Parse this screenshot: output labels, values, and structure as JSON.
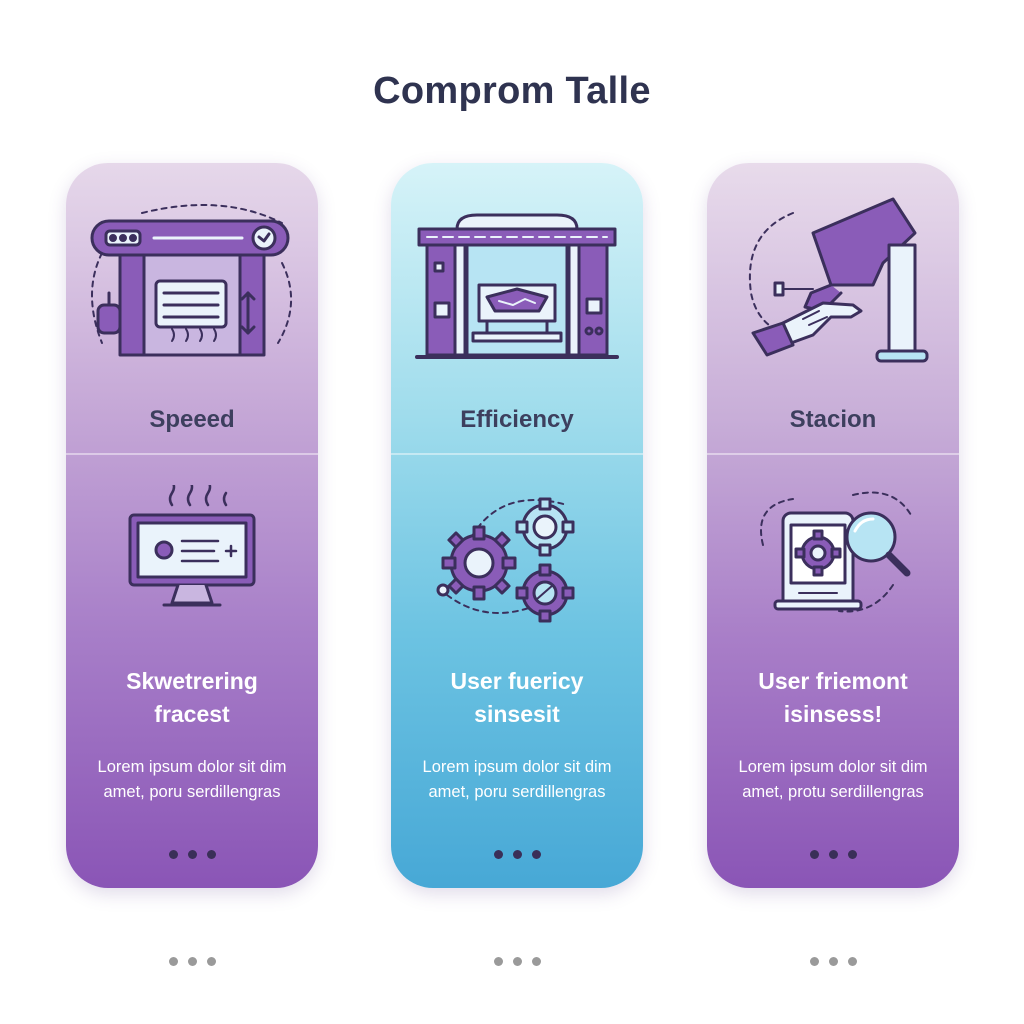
{
  "page": {
    "title": "Comprom Talle"
  },
  "cards": [
    {
      "label": "Speeed",
      "subtitle": [
        "Skwetrering",
        "fracest"
      ],
      "body": [
        "Lorem ipsum dolor sit dim",
        "amet, poru serdillengras"
      ],
      "top_icon": "printing-machine-icon",
      "mid_icon": "monitor-icon",
      "colors": {
        "top": "#e6d8ea",
        "bottom": "#8a55b6"
      }
    },
    {
      "label": "Efficiency",
      "subtitle": [
        "User fuericy",
        "sinsesit"
      ],
      "body": [
        "Lorem ipsum dolor sit dim",
        "amet, poru serdillengras"
      ],
      "top_icon": "press-machine-icon",
      "mid_icon": "gears-icon",
      "colors": {
        "top": "#d6f3f8",
        "bottom": "#47a8d6"
      }
    },
    {
      "label": "Stacion",
      "subtitle": [
        "User friemont",
        "isinsess!"
      ],
      "body": [
        "Lorem ipsum dolor sit dim",
        "amet, protu serdillengras"
      ],
      "top_icon": "robotic-arm-hand-icon",
      "mid_icon": "tablet-magnifier-icon",
      "colors": {
        "top": "#e8dbeb",
        "bottom": "#8a55b6"
      }
    }
  ],
  "colors": {
    "title": "#2f3350",
    "icon_purple": "#8a5cb8",
    "icon_outline": "#3b2f5c",
    "icon_light": "#eaf3fb"
  }
}
